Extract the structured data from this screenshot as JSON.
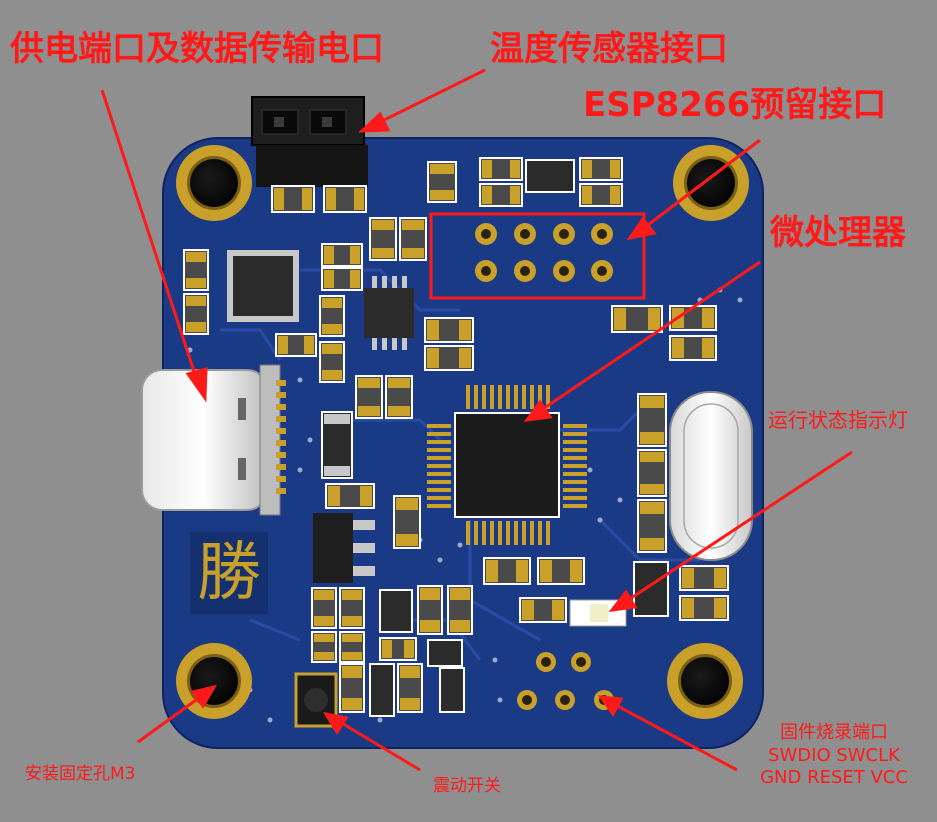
{
  "labels": {
    "power_port": "供电端口及数据传输电口",
    "temp_sensor": "温度传感器接口",
    "esp_port": "ESP8266预留接口",
    "mcu": "微处理器",
    "status_led": "运行状态指示灯",
    "mount_hole": "安装固定孔M3",
    "vibration_switch": "震动开关",
    "firmware_port_title": "固件烧录端口",
    "firmware_port_line1": "SWDIO SWCLK",
    "firmware_port_line2": "GND RESET VCC"
  },
  "silkscreen": {
    "char": "勝"
  },
  "colors": {
    "background": "#8f8f8f",
    "board": "#1b3a86",
    "gold": "#c8a02a",
    "annotation": "#ff1a1a"
  }
}
